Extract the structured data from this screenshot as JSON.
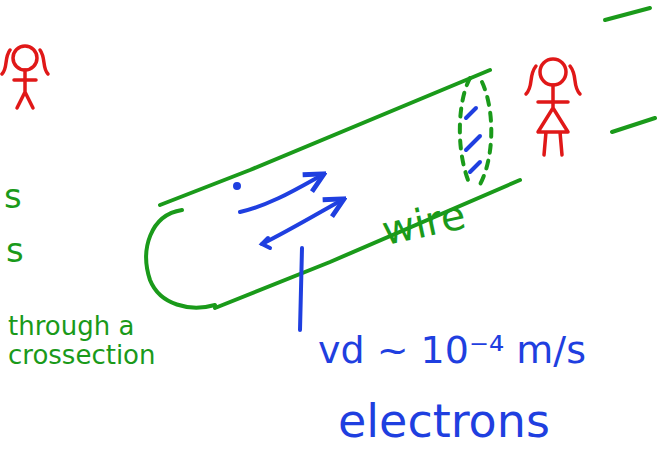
{
  "diagram": {
    "labels": [
      "s",
      "s",
      "through a crossection",
      "wire",
      "vd ~ 10⁻⁴ m/s",
      "electrons"
    ]
  }
}
